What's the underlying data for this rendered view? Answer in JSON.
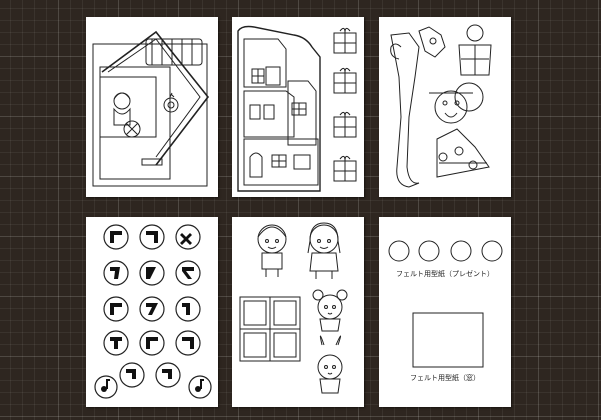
{
  "sheets": [
    {
      "id": "house-front",
      "caption": ""
    },
    {
      "id": "house-long",
      "caption": ""
    },
    {
      "id": "santa-set",
      "caption": ""
    },
    {
      "id": "letters",
      "caption": ""
    },
    {
      "id": "kids-animals",
      "caption": ""
    },
    {
      "id": "felt-templates",
      "caption_present": "フェルト用型紙（プレゼント）",
      "caption_window": "フェルト用型紙（窓）"
    }
  ]
}
